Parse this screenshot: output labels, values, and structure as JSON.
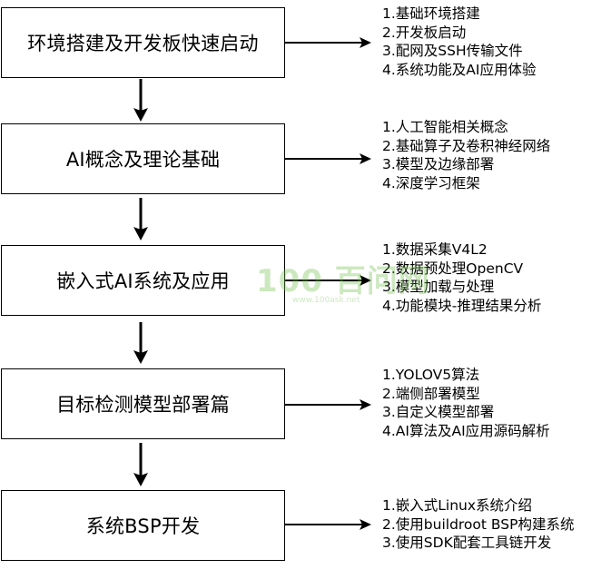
{
  "stages": [
    {
      "title": "环境搭建及开发板快速启动",
      "items": [
        "1.基础环境搭建",
        "2.开发板启动",
        "3.配网及SSH传输文件",
        "4.系统功能及AI应用体验"
      ]
    },
    {
      "title": "AI概念及理论基础",
      "items": [
        "1.人工智能相关概念",
        "2.基础算子及卷积神经网络",
        "3.模型及边缘部署",
        "4.深度学习框架"
      ]
    },
    {
      "title": "嵌入式AI系统及应用",
      "items": [
        "1.数据采集V4L2",
        "2.数据预处理OpenCV",
        "3.模型加载与处理",
        "4.功能模块-推理结果分析"
      ]
    },
    {
      "title": "目标检测模型部署篇",
      "items": [
        "1.YOLOV5算法",
        "2.端侧部署模型",
        "3.自定义模型部署",
        "4.AI算法及AI应用源码解析"
      ]
    },
    {
      "title": "系统BSP开发",
      "items": [
        "1.嵌入式Linux系统介绍",
        "2.使用buildroot BSP构建系统",
        "3.使用SDK配套工具链开发"
      ]
    }
  ],
  "watermark": {
    "big": "100 百问网",
    "small": "www.100ask.net"
  }
}
